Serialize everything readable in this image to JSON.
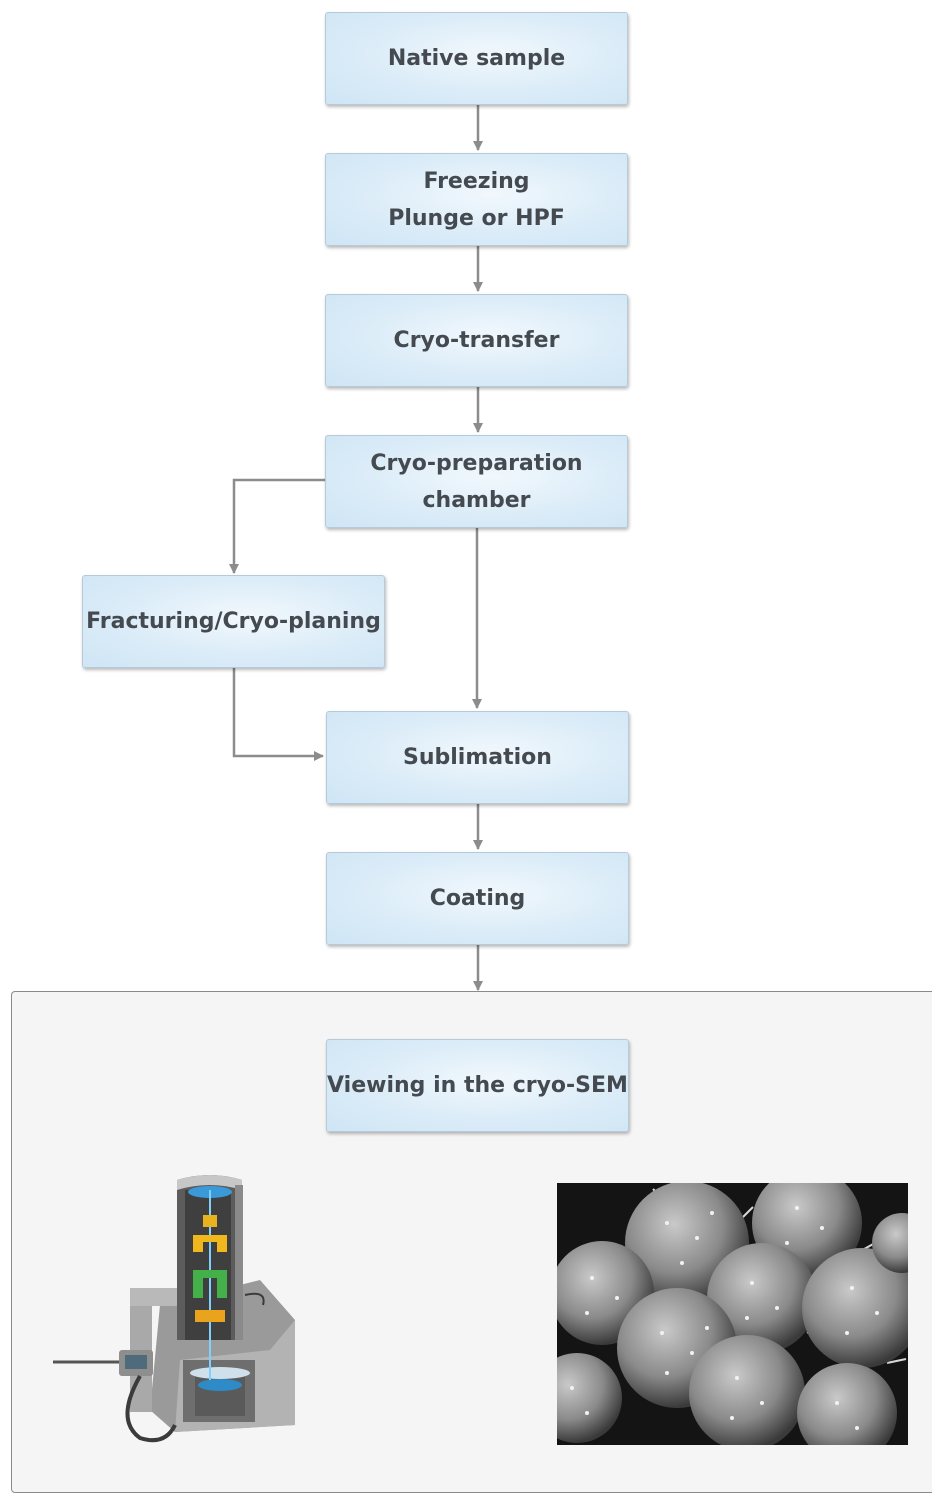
{
  "steps": {
    "native_sample": "Native sample",
    "freezing_line1": "Freezing",
    "freezing_line2": "Plunge or HPF",
    "cryo_transfer": "Cryo-transfer",
    "cryo_prep_line1": "Cryo-preparation",
    "cryo_prep_line2": "chamber",
    "fracturing": "Fracturing/Cryo-planing",
    "sublimation": "Sublimation",
    "coating": "Coating",
    "viewing": "Viewing in the cryo-SEM"
  },
  "images": {
    "left": "cryo-sem-instrument-illustration",
    "right": "sem-micrograph-spiky-spheres"
  },
  "colors": {
    "box_fill": "#dbecf8",
    "box_border": "#b7cad8",
    "text": "#444a50",
    "arrow": "#8c8c8c",
    "panel_fill": "#f5f5f5",
    "panel_border": "#8a8a8a"
  }
}
